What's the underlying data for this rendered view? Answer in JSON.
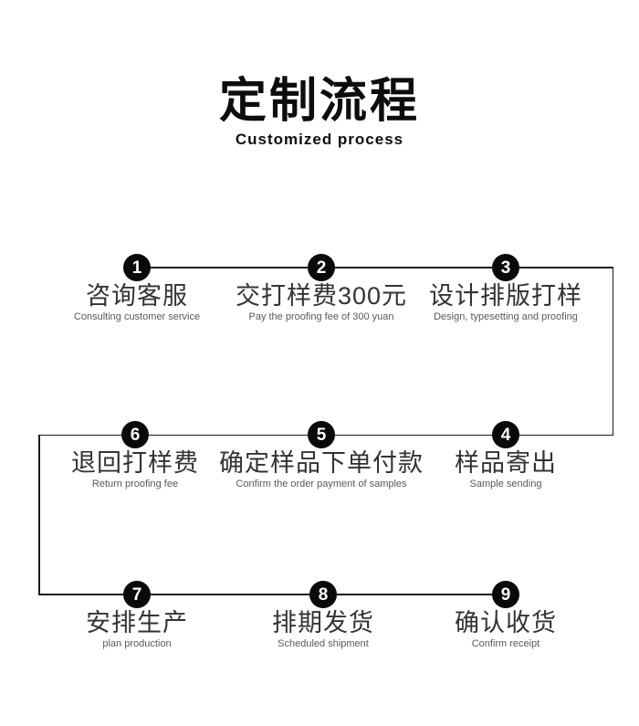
{
  "header": {
    "title": "定制流程",
    "subtitle": "Customized process"
  },
  "steps": [
    {
      "num": "1",
      "zh": "咨询客服",
      "en": "Consulting customer service"
    },
    {
      "num": "2",
      "zh": "交打样费300元",
      "en": "Pay the proofing fee of 300 yuan"
    },
    {
      "num": "3",
      "zh": "设计排版打样",
      "en": "Design, typesetting and proofing"
    },
    {
      "num": "4",
      "zh": "样品寄出",
      "en": "Sample sending"
    },
    {
      "num": "5",
      "zh": "确定样品下单付款",
      "en": "Confirm the order payment of samples"
    },
    {
      "num": "6",
      "zh": "退回打样费",
      "en": "Return proofing fee"
    },
    {
      "num": "7",
      "zh": "安排生产",
      "en": "plan production"
    },
    {
      "num": "8",
      "zh": "排期发货",
      "en": "Scheduled shipment"
    },
    {
      "num": "9",
      "zh": "确认收货",
      "en": "Confirm receipt"
    }
  ],
  "colors": {
    "circle": "#0a0a0a",
    "line": "#1a1a1a",
    "step_text": "#333333",
    "sub_text": "#595959",
    "title": "#0d0d0d",
    "background": "#ffffff"
  }
}
